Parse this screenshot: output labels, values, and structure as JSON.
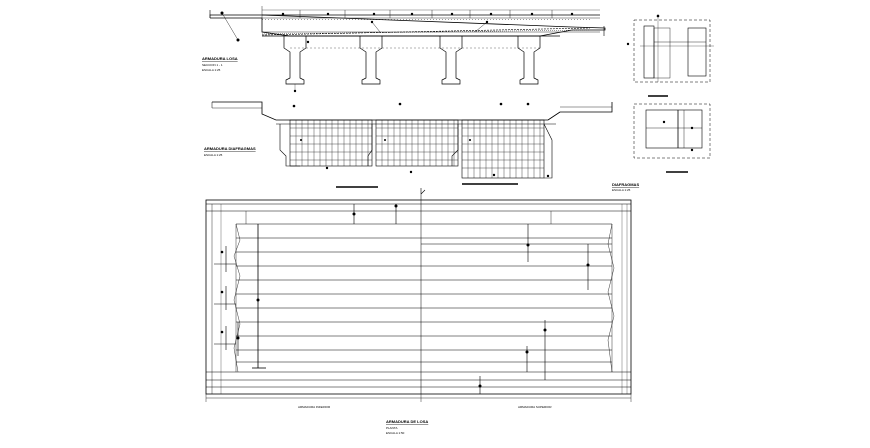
{
  "drawing": {
    "title_section": "ARMADURA LOSA",
    "subtitle_section": "SECCION 1 - 1",
    "scale_section": "ESCALA 1:25",
    "title_diaphragm": "ARMADURA DIAFRAGMAS",
    "scale_diaphragm": "ESCALA 1:25",
    "title_diaphragm_detail": "DIAFRAGMAS",
    "scale_diaphragm_detail": "ESCALA 1:25",
    "title_plan": "ARMADURA DE LOSA",
    "subtitle_plan": "PLANTA",
    "scale_plan": "ESCALA 1:50",
    "dim_left": "ARMADURA INFERIOR",
    "dim_right": "ARMADURA SUPERIOR"
  }
}
